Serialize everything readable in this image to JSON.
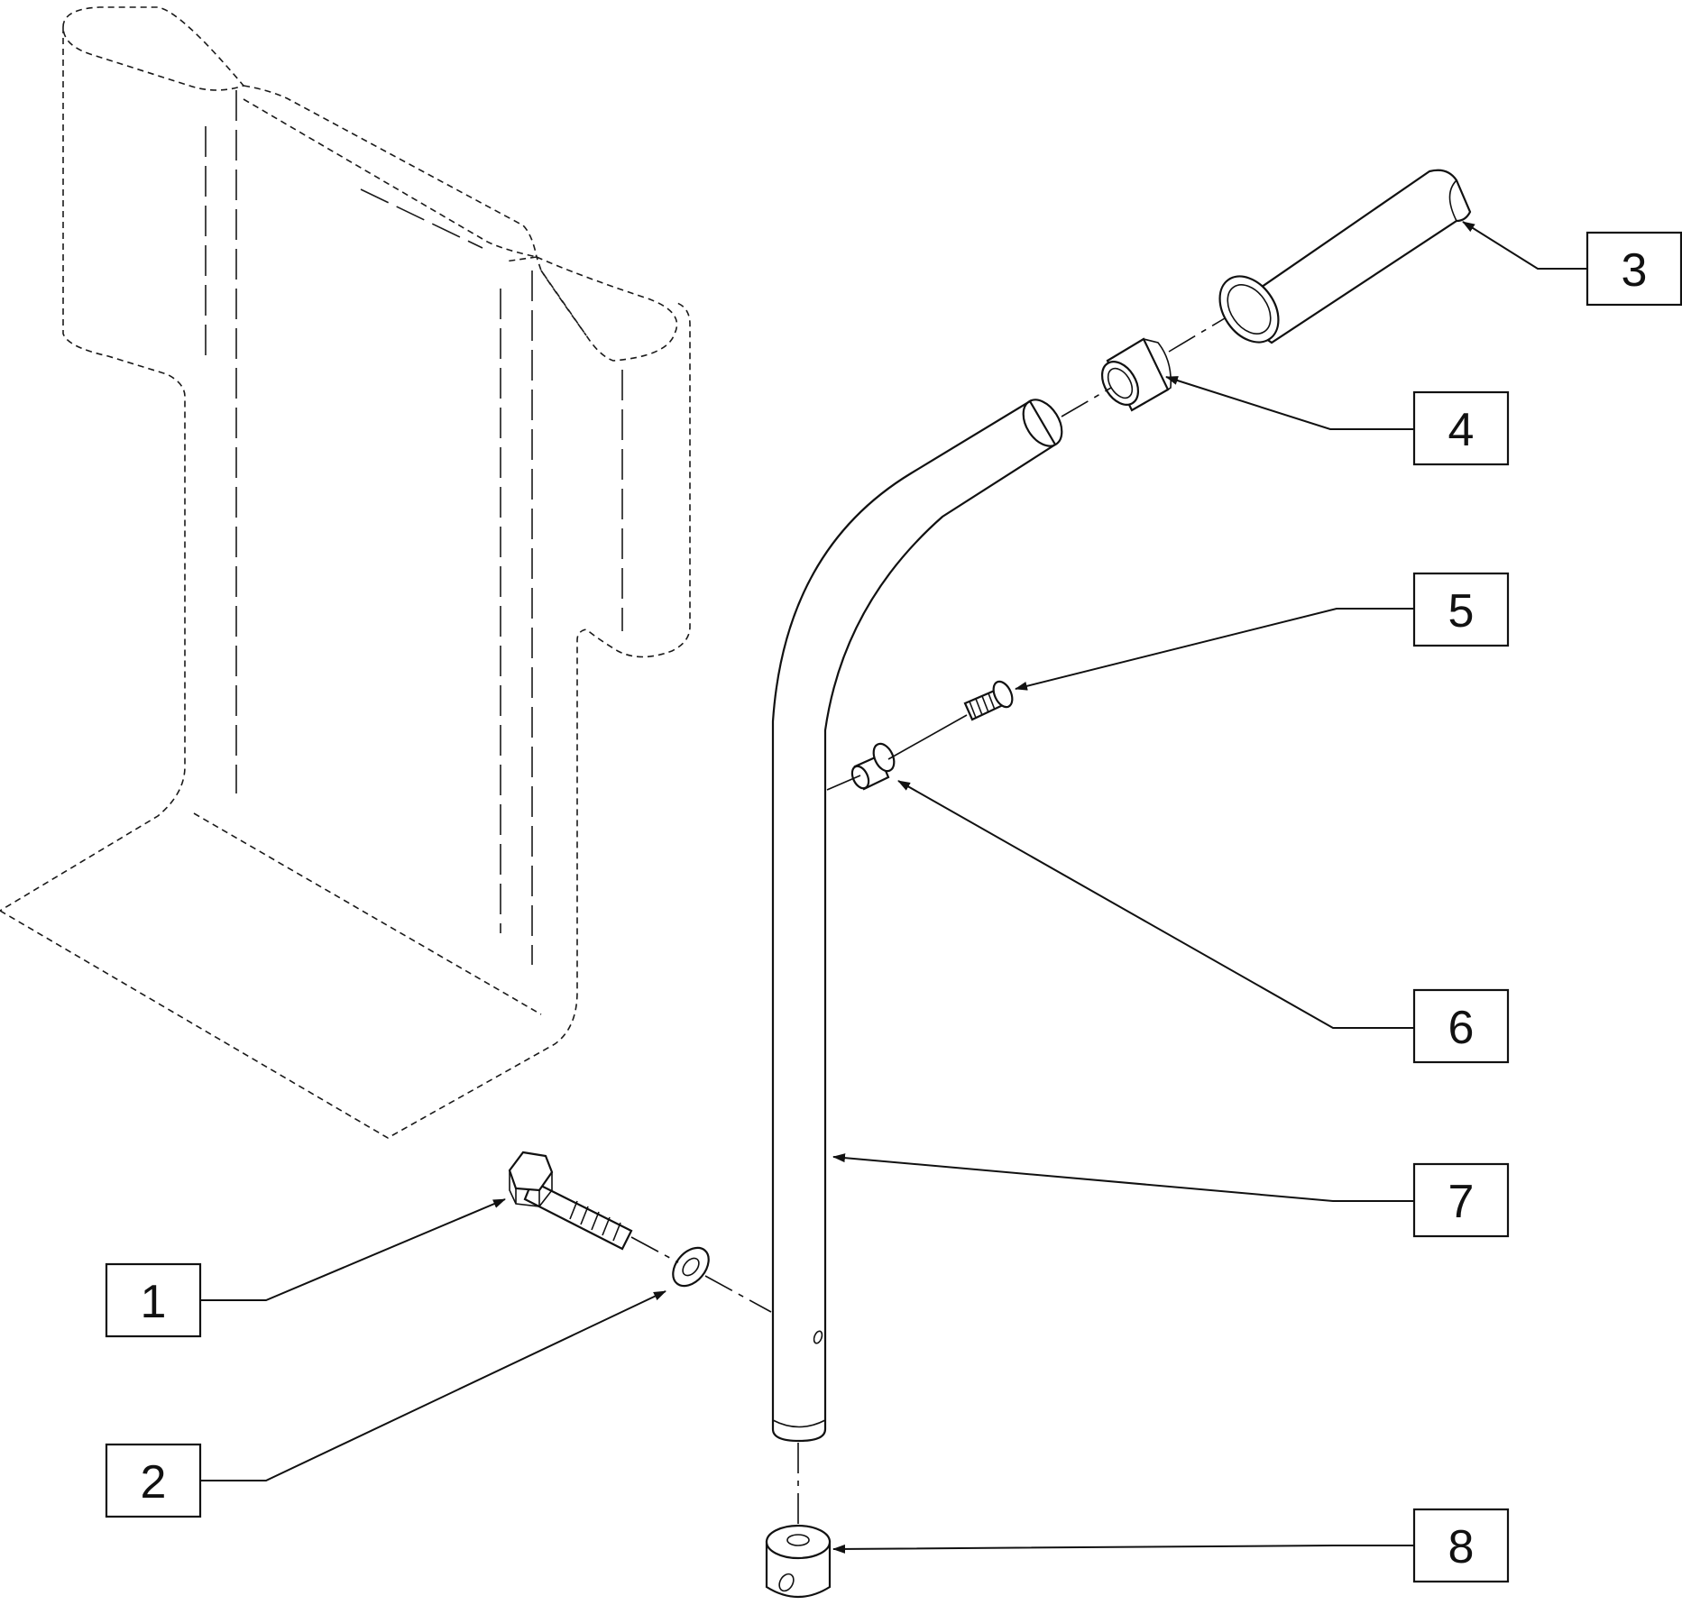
{
  "callouts": [
    {
      "label": "1"
    },
    {
      "label": "2"
    },
    {
      "label": "3"
    },
    {
      "label": "4"
    },
    {
      "label": "5"
    },
    {
      "label": "6"
    },
    {
      "label": "7"
    },
    {
      "label": "8"
    }
  ],
  "colors": {
    "line": "#111111",
    "background": "#ffffff"
  }
}
